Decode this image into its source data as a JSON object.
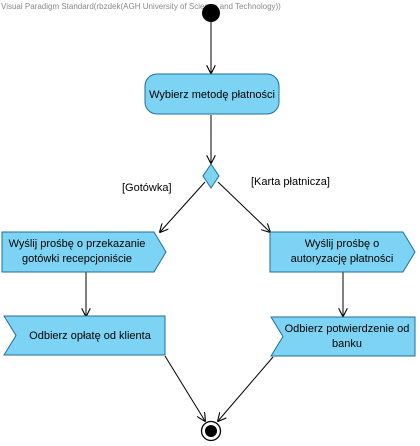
{
  "watermark": "Visual Paradigm Standard(rbzdek(AGH University of Science and Technology))",
  "colors": {
    "fill": "#7dd3f3",
    "stroke": "#1f6f9a",
    "line": "#000000",
    "node": "#000000"
  },
  "actions": {
    "choose_payment": "Wybierz metodę płatności",
    "send_cash_request": [
      "Wyślij prośbę o przekazanie",
      "gotówki recepcjoniście"
    ],
    "send_auth_request": [
      "Wyślij prośbę o",
      "autoryzację płatności"
    ],
    "receive_payment": "Odbierz opłatę od klienta",
    "receive_confirmation": [
      "Odbierz potwierdzenie od",
      "banku"
    ]
  },
  "guards": {
    "cash": "[Gotówka]",
    "card": "[Karta płatnicza]"
  }
}
